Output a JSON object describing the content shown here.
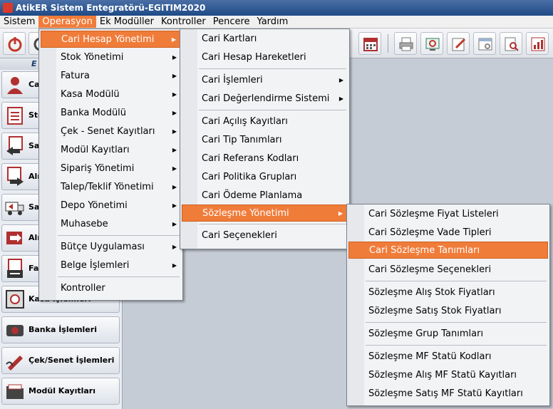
{
  "title": "AtikER Sistem Entegratörü-EGITIM2020",
  "menubar": [
    "Sistem",
    "Operasyon",
    "Ek Modüller",
    "Kontroller",
    "Pencere",
    "Yardım"
  ],
  "left_panel": {
    "header": "E",
    "buttons": [
      "Ca",
      "Sto",
      "Sat",
      "Alı",
      "Sat",
      "Alı",
      "Fat",
      "Kasa İşlemleri",
      "Banka İşlemleri",
      "Çek/Senet İşlemleri",
      "Modül Kayıtları"
    ]
  },
  "menu1": {
    "items": [
      {
        "label": "Cari Hesap Yönetimi",
        "submenu": true,
        "highlighted": true
      },
      {
        "label": "Stok Yönetimi",
        "submenu": true
      },
      {
        "label": "Fatura",
        "submenu": true
      },
      {
        "label": "Kasa Modülü",
        "submenu": true
      },
      {
        "label": "Banka Modülü",
        "submenu": true
      },
      {
        "label": "Çek - Senet Kayıtları",
        "submenu": true
      },
      {
        "label": "Modül Kayıtları",
        "submenu": true
      },
      {
        "label": "Sipariş Yönetimi",
        "submenu": true
      },
      {
        "label": "Talep/Teklif Yönetimi",
        "submenu": true
      },
      {
        "label": "Depo Yönetimi",
        "submenu": true
      },
      {
        "label": "Muhasebe",
        "submenu": true
      },
      {
        "label": "Bütçe Uygulaması",
        "submenu": true
      },
      {
        "label": "Belge İşlemleri",
        "submenu": true
      },
      {
        "label": "Kontroller",
        "submenu": false
      }
    ]
  },
  "menu2": {
    "items": [
      {
        "label": "Cari Kartları",
        "submenu": false
      },
      {
        "label": "Cari Hesap Hareketleri",
        "submenu": false
      },
      {
        "label": "Cari İşlemleri",
        "submenu": true
      },
      {
        "label": "Cari Değerlendirme Sistemi",
        "submenu": true
      },
      {
        "label": "Cari Açılış Kayıtları",
        "submenu": false
      },
      {
        "label": "Cari Tip Tanımları",
        "submenu": false
      },
      {
        "label": "Cari Referans Kodları",
        "submenu": false
      },
      {
        "label": "Cari Politika Grupları",
        "submenu": false
      },
      {
        "label": "Cari Ödeme Planlama",
        "submenu": false
      },
      {
        "label": "Sözleşme Yönetimi",
        "submenu": true,
        "highlighted": true
      },
      {
        "label": "Cari Seçenekleri",
        "submenu": false
      }
    ]
  },
  "menu3": {
    "items": [
      {
        "label": "Cari Sözleşme Fiyat Listeleri"
      },
      {
        "label": "Cari Sözleşme Vade Tipleri"
      },
      {
        "label": "Cari Sözleşme Tanımları",
        "highlighted": true
      },
      {
        "label": "Cari Sözleşme Seçenekleri"
      },
      {
        "label": "Sözleşme Alış Stok Fiyatları"
      },
      {
        "label": "Sözleşme Satış Stok Fiyatları"
      },
      {
        "label": "Sözleşme Grup Tanımları"
      },
      {
        "label": "Sözleşme MF Statü Kodları"
      },
      {
        "label": "Sözleşme Alış MF Statü Kayıtları"
      },
      {
        "label": "Sözleşme Satış MF Statü Kayıtları"
      }
    ]
  },
  "colors": {
    "highlight": "#f07c3a",
    "title_bar": "#1f4a86"
  }
}
